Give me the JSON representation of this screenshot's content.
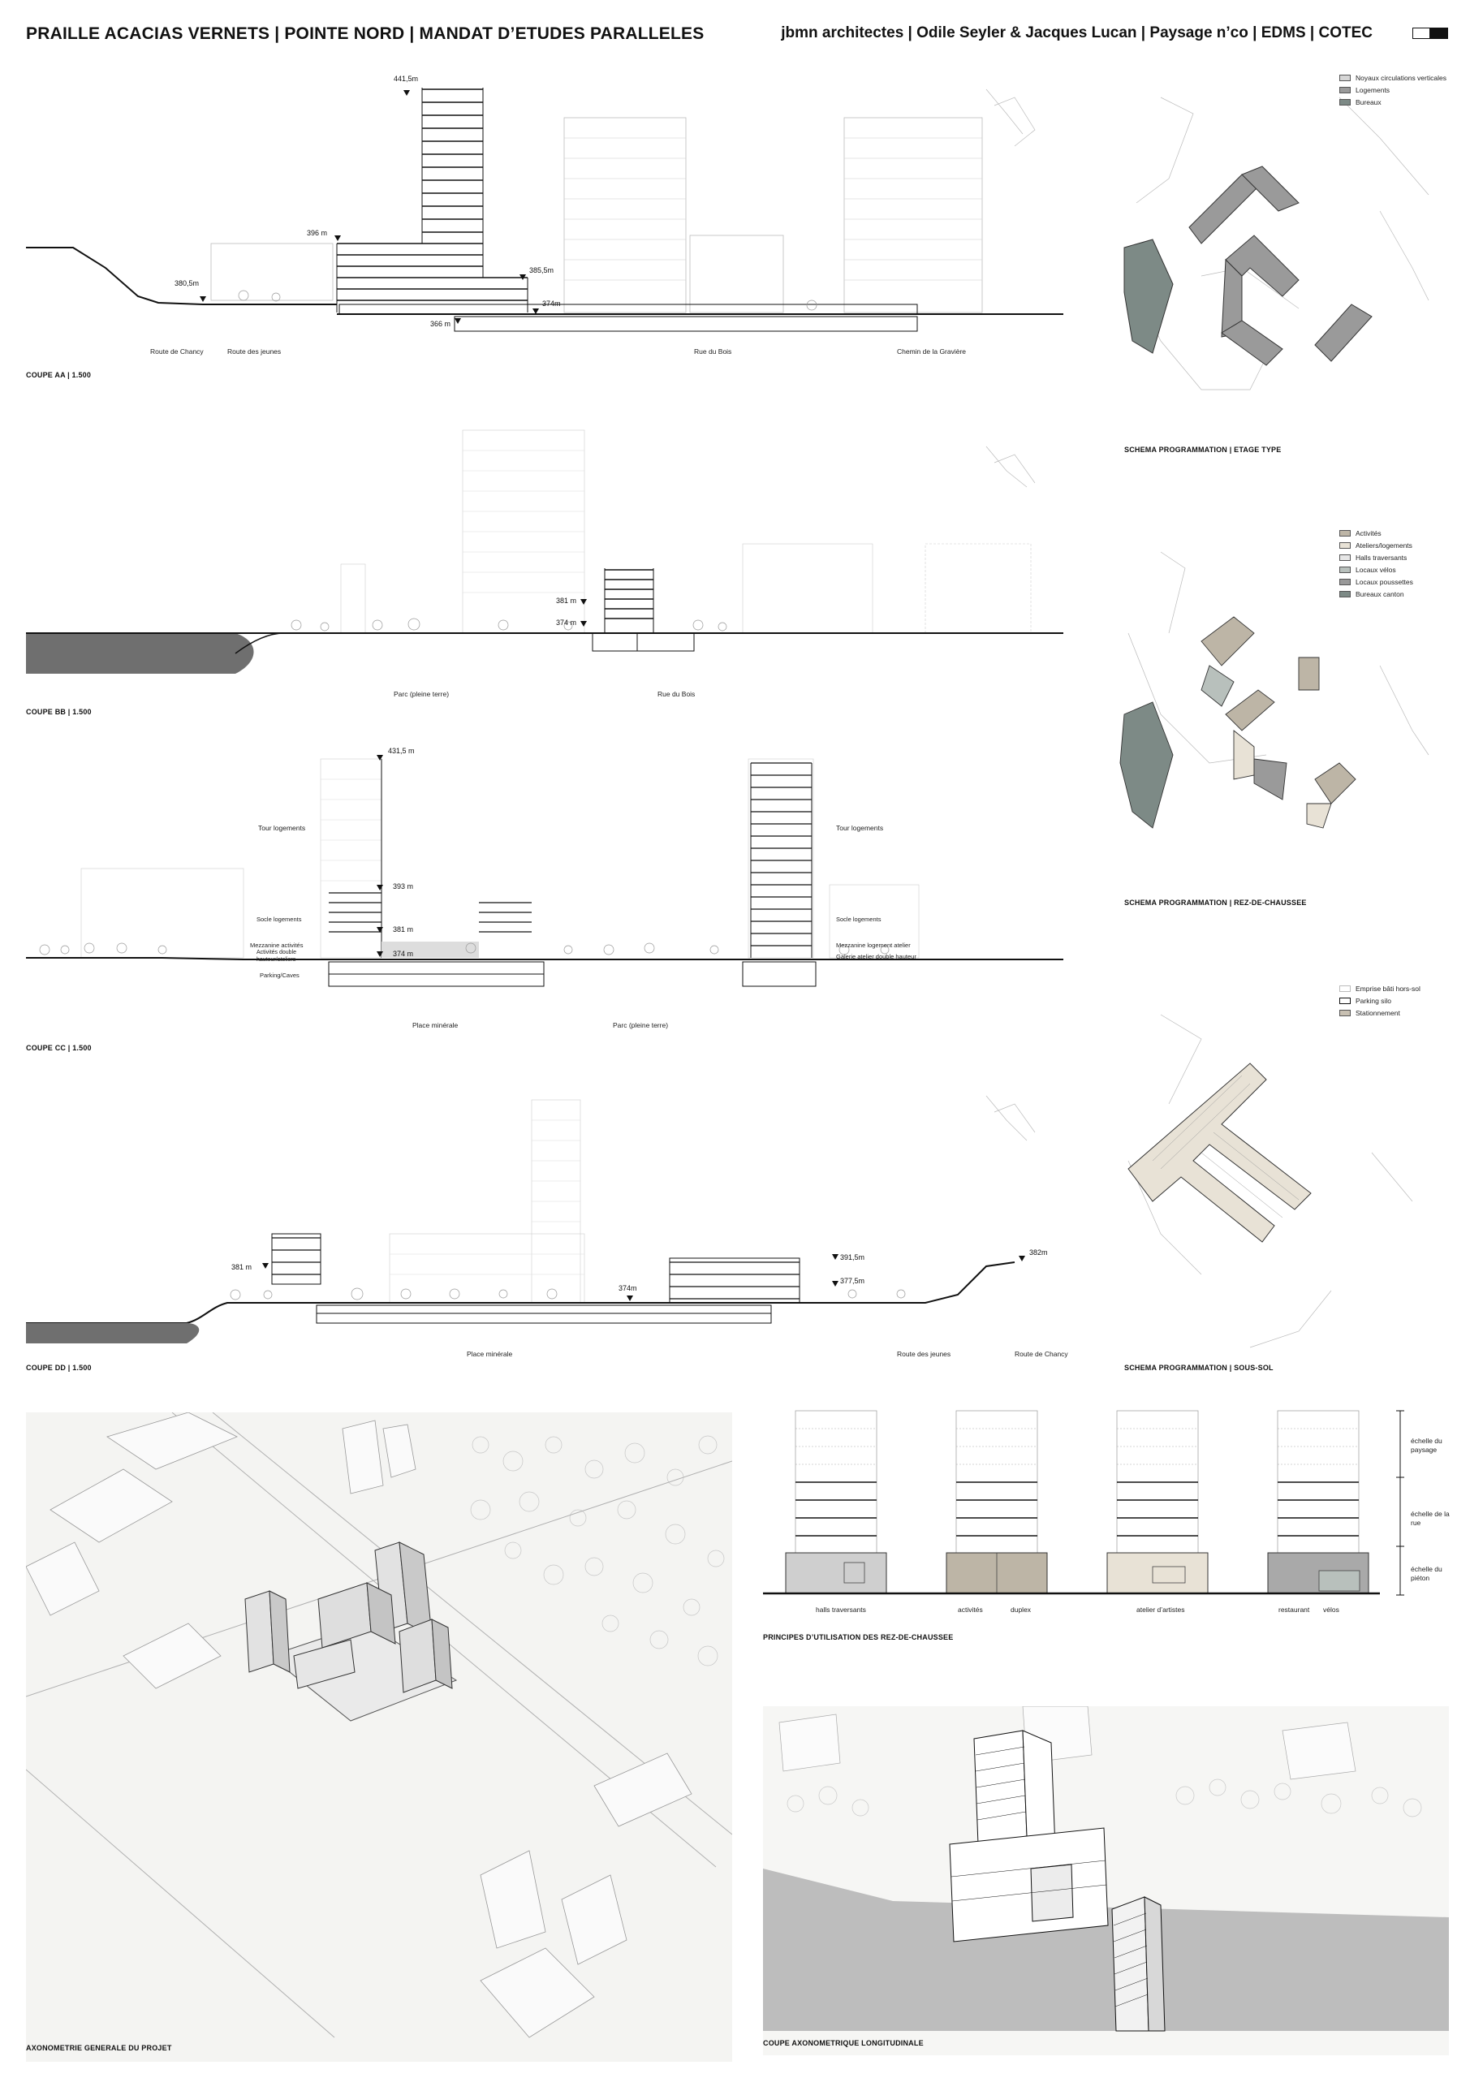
{
  "header": {
    "title_left": "PRAILLE ACACIAS VERNETS | POINTE NORD | MANDAT D’ETUDES PARALLELES",
    "title_right": "jbmn architectes | Odile Seyler & Jacques Lucan | Paysage n’co | EDMS | COTEC"
  },
  "sections": {
    "aa": {
      "caption": "COUPE AA | 1.500",
      "elevations": [
        "441,5m",
        "396 m",
        "380,5m",
        "385,5m",
        "374m",
        "366 m"
      ],
      "labels": [
        "Route de Chancy",
        "Route des jeunes",
        "Rue du Bois",
        "Chemin de la Gravière"
      ]
    },
    "bb": {
      "caption": "COUPE BB | 1.500",
      "elevations": [
        "381 m",
        "374 m"
      ],
      "labels": [
        "Parc (pleine terre)",
        "Rue du Bois"
      ]
    },
    "cc": {
      "caption": "COUPE CC | 1.500",
      "elevations": [
        "431,5 m",
        "393 m",
        "381 m",
        "374 m"
      ],
      "labels_left": [
        "Tour logements",
        "Socle logements",
        "Mezzanine activités",
        "Activités double",
        "hauteur/ateliers",
        "Parking/Caves"
      ],
      "labels_right": [
        "Tour logements",
        "Socle logements",
        "Mezzanine logement atelier",
        "Galerie atelier double hauteur"
      ],
      "labels_bottom": [
        "Place minérale",
        "Parc (pleine terre)"
      ]
    },
    "dd": {
      "caption": "COUPE DD | 1.500",
      "elevations": [
        "381 m",
        "374m",
        "391,5m",
        "377,5m",
        "382m"
      ],
      "labels": [
        "Place minérale",
        "Route des jeunes",
        "Route de Chancy"
      ]
    }
  },
  "schemas": {
    "etage": {
      "caption": "SCHEMA PROGRAMMATION | ETAGE TYPE",
      "legend": [
        {
          "label": "Noyaux circulations verticales",
          "color": "#d6d6d6"
        },
        {
          "label": "Logements",
          "color": "#9a9a9a"
        },
        {
          "label": "Bureaux",
          "color": "#7d8a86"
        }
      ]
    },
    "rdc": {
      "caption": "SCHEMA PROGRAMMATION | REZ-DE-CHAUSSEE",
      "legend": [
        {
          "label": "Activités",
          "color": "#bdb5a6"
        },
        {
          "label": "Ateliers/logements",
          "color": "#e8e2d6"
        },
        {
          "label": "Halls traversants",
          "color": "#e6e6e6"
        },
        {
          "label": "Locaux vélos",
          "color": "#b8c0bc"
        },
        {
          "label": "Locaux poussettes",
          "color": "#9a9a9a"
        },
        {
          "label": "Bureaux canton",
          "color": "#7d8a86"
        }
      ]
    },
    "sous_sol": {
      "caption": "SCHEMA PROGRAMMATION | SOUS-SOL",
      "legend": [
        {
          "label": "Emprise bâti hors-sol",
          "color": "#ffffff"
        },
        {
          "label": "Parking silo",
          "color": "#ffffff"
        },
        {
          "label": "Stationnement",
          "color": "#c8c0b2"
        }
      ]
    }
  },
  "principes": {
    "caption": "PRINCIPES D’UTILISATION DES REZ-DE-CHAUSSEE",
    "scales": [
      "échelle du paysage",
      "échelle de la rue",
      "échelle du piéton"
    ],
    "labels": [
      "halls traversants",
      "activités",
      "duplex",
      "atelier d’artistes",
      "restaurant",
      "vélos"
    ]
  },
  "axo": {
    "general_caption": "AXONOMETRIE GENERALE DU PROJET",
    "longitudinal_caption": "COUPE AXONOMETRIQUE LONGITUDINALE"
  }
}
